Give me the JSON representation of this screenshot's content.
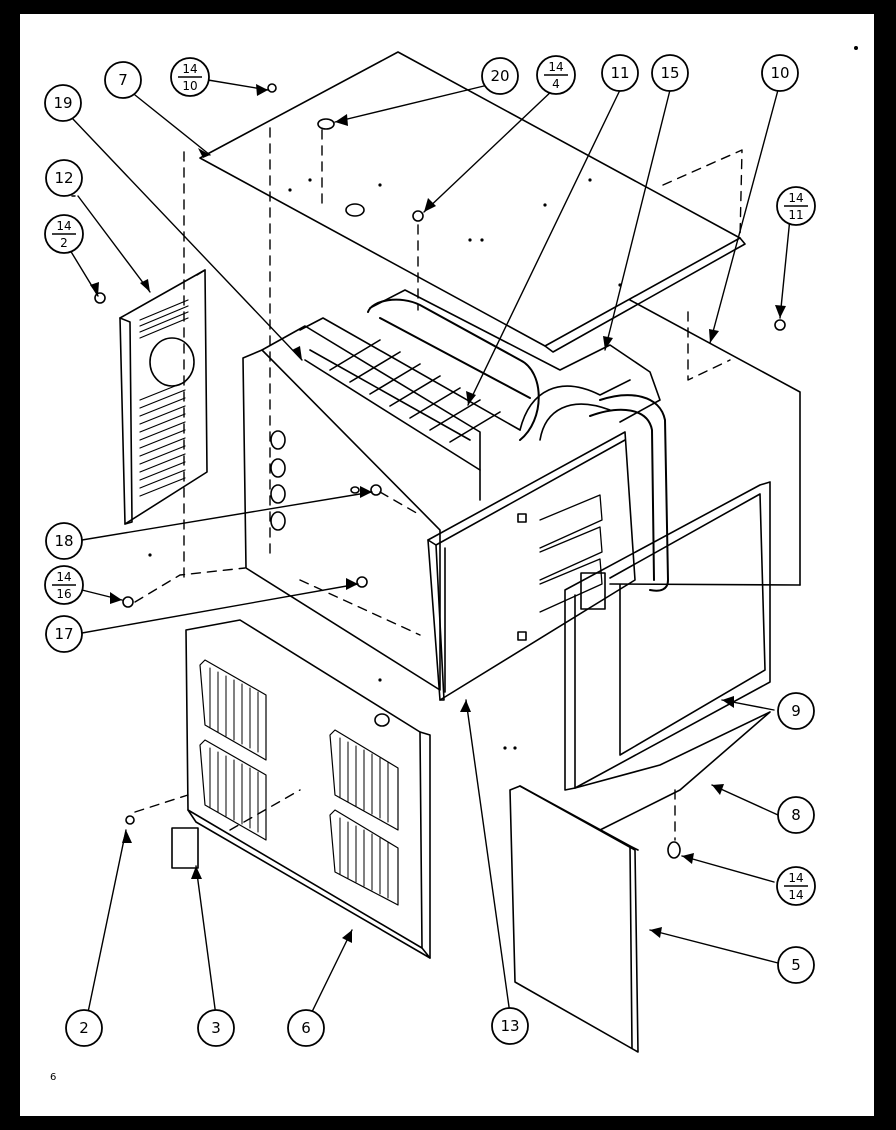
{
  "callouts": [
    "7",
    "19",
    "12",
    "20",
    "11",
    "15",
    "10",
    "18",
    "17",
    "9",
    "8",
    "5",
    "2",
    "3",
    "6",
    "13"
  ],
  "fraction_refs": [
    {
      "num": "14",
      "den": "10"
    },
    {
      "num": "14",
      "den": "4"
    },
    {
      "num": "14",
      "den": "2"
    },
    {
      "num": "14",
      "den": "11"
    },
    {
      "num": "14",
      "den": "16"
    },
    {
      "num": "14",
      "den": "14"
    }
  ],
  "page_number": "6",
  "colors": {
    "line": "#000000",
    "paper": "#ffffff",
    "frame": "#000000"
  }
}
